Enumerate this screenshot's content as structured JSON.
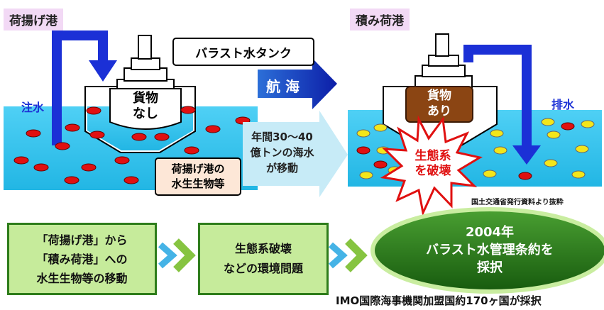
{
  "unload_port": {
    "title": "荷揚げ港",
    "label_inflow": "注水",
    "ballast_tank": "バラスト水タンク",
    "cargo": [
      "貨物",
      "なし"
    ],
    "organisms": [
      "荷揚げ港の",
      "水生生物等"
    ]
  },
  "voyage": {
    "label": "航 海",
    "volume_text": [
      "年間30～40",
      "億トンの海水",
      "が移動"
    ]
  },
  "load_port": {
    "title": "積み荷港",
    "label_outflow": "排水",
    "cargo": [
      "貨物",
      "あり"
    ],
    "ecosystem": [
      "生態系",
      "を破壊"
    ],
    "source_note": "国土交通省発行資料より抜粋"
  },
  "flow": {
    "step1": [
      "「荷揚げ港」から",
      "「積み荷港」への",
      "水生生物等の移動"
    ],
    "step2": [
      "生態系破壊",
      "などの環境問題"
    ],
    "result": [
      "2004年",
      "バラスト水管理条約を",
      "採択"
    ],
    "result_note": "IMO国際海事機関加盟国約170ヶ国が採択"
  },
  "colors": {
    "water": "#33c3ed",
    "arrow_blue": "#1b30d6",
    "cargo_brown": "#8b4513",
    "green": "#2e7d1b",
    "flow_box": "#c6eb9b"
  }
}
